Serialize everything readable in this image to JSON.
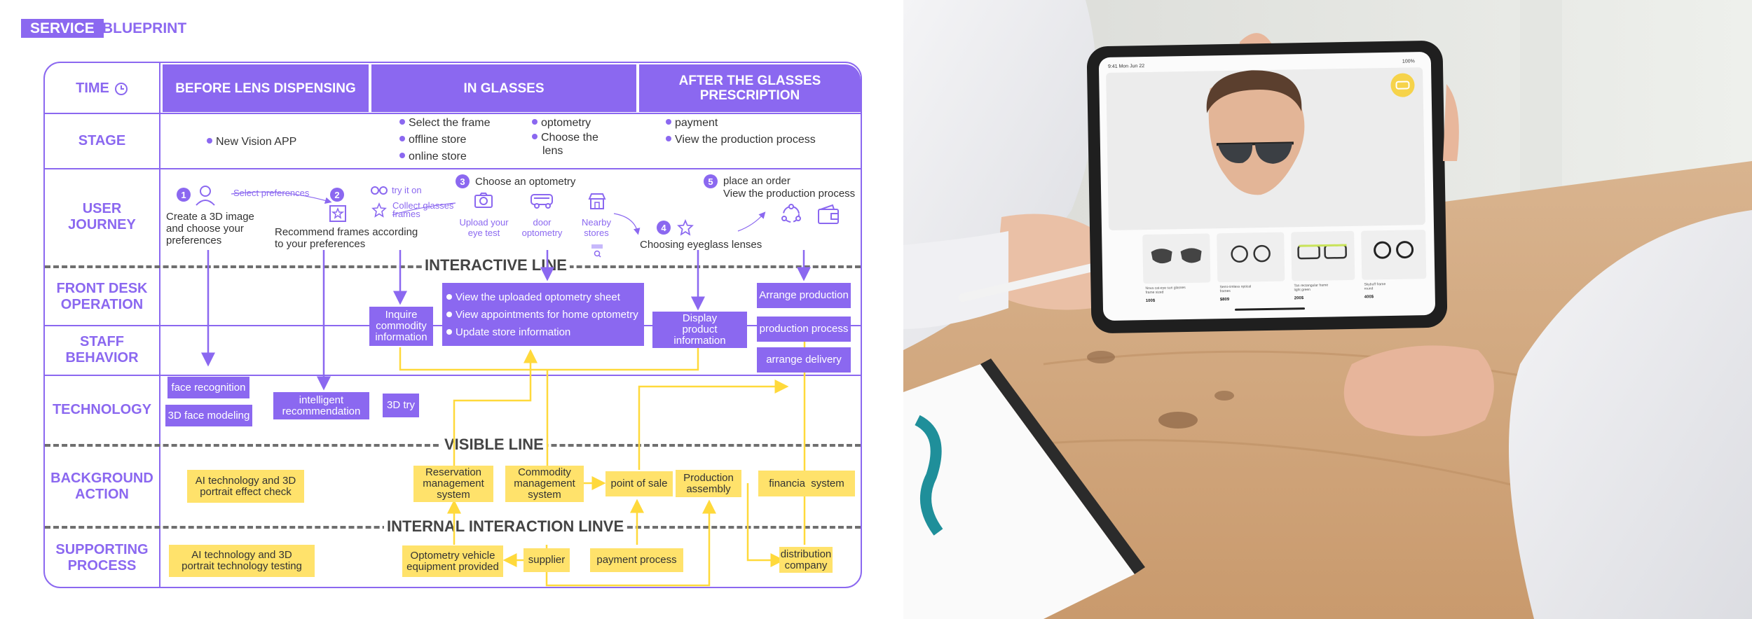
{
  "header": {
    "service": "SERVICE",
    "blueprint": "BLUEPRINT"
  },
  "rows": {
    "time": "TIME",
    "stage": "STAGE",
    "user_journey": [
      "USER",
      "JOURNEY"
    ],
    "front_desk": [
      "FRONT DESK",
      "OPERATION"
    ],
    "staff": [
      "STAFF",
      "BEHAVIOR"
    ],
    "technology": "TECHNOLOGY",
    "background": [
      "BACKGROUND",
      "ACTION"
    ],
    "supporting": [
      "SUPPORTING",
      "PROCESS"
    ]
  },
  "stage_heads": {
    "before": "BEFORE LENS DISPENSING",
    "in": "IN GLASSES",
    "after": [
      "AFTER THE GLASSES",
      "PRESCRIPTION"
    ]
  },
  "stage_items": {
    "before": [
      "New Vision APP"
    ],
    "in_col1": [
      "Select the frame",
      "offline store",
      "online store"
    ],
    "in_col2": [
      "optometry",
      "Choose the",
      "lens"
    ],
    "after": [
      "payment",
      "View the production process"
    ]
  },
  "journey": {
    "step1_num": "1",
    "step1": [
      "Create a 3D image",
      "and choose your",
      "preferences"
    ],
    "select_pref": "Select preferences",
    "step2_num": "2",
    "step2": [
      "Recommend frames according",
      "to your preferences"
    ],
    "try_it_on": "try it on",
    "collect": [
      "Collect glasses",
      "frames"
    ],
    "step3_num": "3",
    "step3": "Choose an optometry",
    "upload": [
      "Upload your",
      "eye test"
    ],
    "door": [
      "door",
      "optometry"
    ],
    "nearby": [
      "Nearby",
      "stores"
    ],
    "step4_num": "4",
    "step4": "Choosing eyeglass lenses",
    "step5_num": "5",
    "step5": [
      "place an order",
      "View the production process"
    ]
  },
  "lines": {
    "interactive": "INTERACTIVE LINE",
    "visible": "VISIBLE LINE",
    "internal": "INTERNAL INTERACTION LINVE"
  },
  "front_staff": {
    "inquire": [
      "Inquire",
      "commodity",
      "information"
    ],
    "view_sheet": "View the uploaded optometry sheet",
    "view_appt": "View appointments for home optometry",
    "update_store": "Update store information",
    "display": [
      "Display",
      "product",
      "information"
    ],
    "arrange_production": "Arrange production",
    "production_process": "production process",
    "arrange_delivery": "arrange delivery"
  },
  "technology": {
    "face_recognition": "face recognition",
    "face_modeling": "3D face modeling",
    "intelligent": [
      "intelligent",
      "recommendation"
    ],
    "try3d": "3D try"
  },
  "background": {
    "ai_effect": [
      "AI technology and 3D",
      "portrait effect check"
    ],
    "reservation": [
      "Reservation",
      "management",
      "system"
    ],
    "commodity": [
      "Commodity",
      "management",
      "system"
    ],
    "pos": "point of sale",
    "production_assembly": [
      "Production",
      "assembly"
    ],
    "financial": "financia  system"
  },
  "supporting": {
    "ai_testing": [
      "AI technology and 3D",
      "portrait technology testing"
    ],
    "optometry_vehicle": [
      "Optometry vehicle",
      "equipment provided"
    ],
    "supplier": "supplier",
    "payment_process": "payment process",
    "distribution": [
      "distribution",
      "company"
    ]
  },
  "tablet": {
    "status_left": "9:41 Mon Jun 22",
    "status_right": "100%",
    "products": [
      {
        "name": [
          "Nova cat-eye sun glasses",
          "frame sized"
        ],
        "price": "100$"
      },
      {
        "name": [
          "Semi-rimless optical",
          "frames"
        ],
        "price": "$809"
      },
      {
        "name": [
          "Tan rectangular frame",
          "light green"
        ],
        "price": "200$"
      },
      {
        "name": [
          "Skybuff frame",
          "round"
        ],
        "price": "400$"
      }
    ]
  },
  "colors": {
    "purple": "#8b68f0",
    "yellow": "#ffe26b",
    "dash": "#6f6f6f"
  }
}
